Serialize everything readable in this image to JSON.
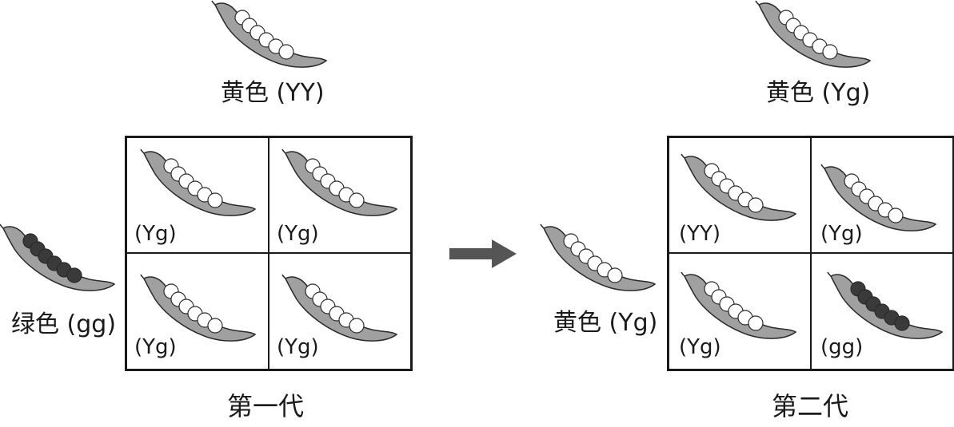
{
  "left": {
    "top_parent": {
      "label": "黄色 (YY)",
      "color": "yellow"
    },
    "side_parent": {
      "label": "绿色 (gg)",
      "color": "green"
    },
    "cells": [
      {
        "label": "(Yg)",
        "color": "yellow"
      },
      {
        "label": "(Yg)",
        "color": "yellow"
      },
      {
        "label": "(Yg)",
        "color": "yellow"
      },
      {
        "label": "(Yg)",
        "color": "yellow"
      }
    ],
    "generation": "第一代"
  },
  "right": {
    "top_parent": {
      "label": "黄色 (Yg)",
      "color": "yellow"
    },
    "side_parent": {
      "label": "黄色 (Yg)",
      "color": "yellow"
    },
    "cells": [
      {
        "label": "(YY)",
        "color": "yellow"
      },
      {
        "label": "(Yg)",
        "color": "yellow"
      },
      {
        "label": "(Yg)",
        "color": "yellow"
      },
      {
        "label": "(gg)",
        "color": "green"
      }
    ],
    "generation": "第二代"
  },
  "colors": {
    "pod": "#a0a0a0",
    "pod_stroke": "#2a2a2a",
    "pea_yellow": "#ffffff",
    "pea_green": "#3a3a3a",
    "arrow": "#555555"
  }
}
